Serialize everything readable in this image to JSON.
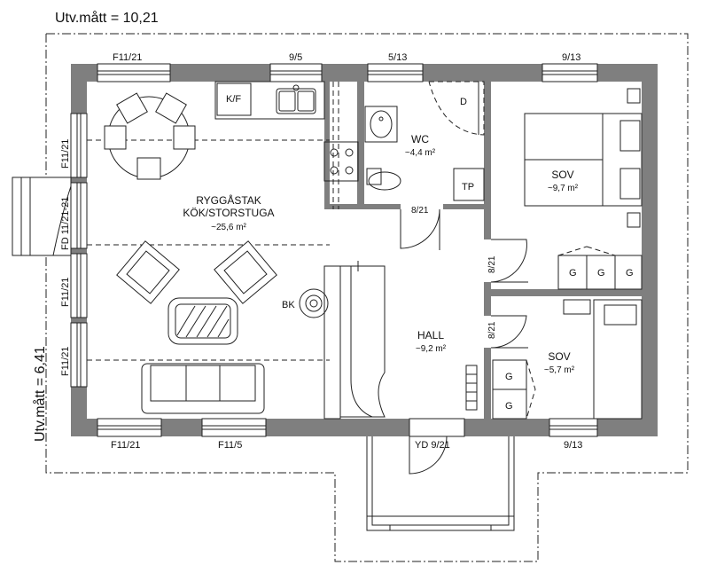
{
  "dimensions": {
    "width_label": "Utv.mått = 10,21",
    "height_label": "Utv.mått = 6,41"
  },
  "rooms": {
    "kitchen": {
      "name_line1": "RYGGÅSTAK",
      "name_line2": "KÖK/STORSTUGA",
      "area": "~25,6 m²"
    },
    "wc": {
      "name": "WC",
      "area": "~4,4 m²"
    },
    "bedroom_large": {
      "name": "SOV",
      "area": "~9,7 m²"
    },
    "hall": {
      "name": "HALL",
      "area": "~9,2 m²"
    },
    "bedroom_small": {
      "name": "SOV",
      "area": "~5,7 m²"
    }
  },
  "windows": {
    "top_1": "F11/21",
    "top_2": "9/5",
    "top_3": "5/13",
    "top_4": "9/13",
    "left_1": "F11/21",
    "left_2": "FD 11/21-21",
    "left_3": "F11/21",
    "left_4": "F11/21",
    "bottom_1": "F11/21",
    "bottom_2": "F11/5",
    "bottom_3": "9/13"
  },
  "doors": {
    "entry": "YD 9/21",
    "wc": "8/21",
    "bedroom_large": "8/21",
    "bedroom_small": "8/21"
  },
  "fixtures": {
    "fridge": "K/F",
    "shower": "D",
    "washer": "TP",
    "stove": "BK",
    "wardrobe": "G"
  }
}
